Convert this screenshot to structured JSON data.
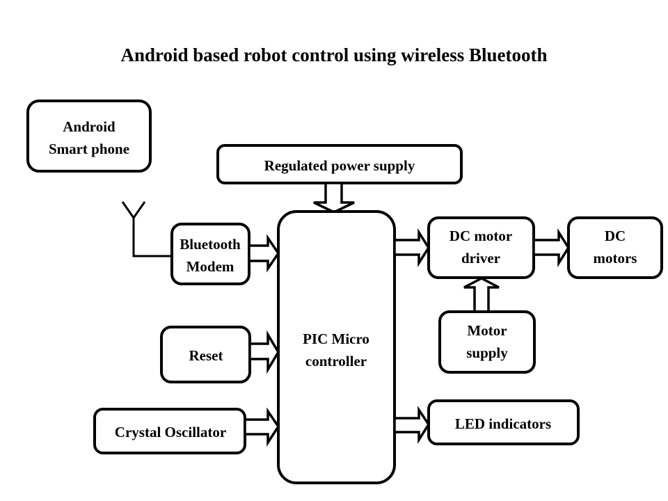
{
  "title": "Android based robot control using wireless Bluetooth",
  "colors": {
    "stroke": "#000000",
    "fill": "#ffffff",
    "text": "#000000"
  },
  "blocks": {
    "android": {
      "line1": "Android",
      "line2": "Smart phone"
    },
    "power": {
      "line1": "Regulated power supply"
    },
    "bluetooth": {
      "line1": "Bluetooth",
      "line2": "Modem"
    },
    "pic": {
      "line1": "PIC Micro",
      "line2": "controller"
    },
    "reset": {
      "line1": "Reset"
    },
    "crystal": {
      "line1": "Crystal Oscillator"
    },
    "motor_driver": {
      "line1": "DC motor",
      "line2": "driver"
    },
    "dc_motors": {
      "line1": "DC",
      "line2": "motors"
    },
    "motor_supply": {
      "line1": "Motor",
      "line2": "supply"
    },
    "led": {
      "line1": "LED indicators"
    }
  },
  "connections": [
    {
      "from": "Regulated power supply",
      "to": "PIC Micro controller"
    },
    {
      "from": "Bluetooth Modem",
      "to": "PIC Micro controller"
    },
    {
      "from": "Reset",
      "to": "PIC Micro controller"
    },
    {
      "from": "Crystal Oscillator",
      "to": "PIC Micro controller"
    },
    {
      "from": "PIC Micro controller",
      "to": "DC motor driver"
    },
    {
      "from": "DC motor driver",
      "to": "DC motors"
    },
    {
      "from": "Motor supply",
      "to": "DC motor driver"
    },
    {
      "from": "PIC Micro controller",
      "to": "LED indicators"
    },
    {
      "from": "Antenna",
      "to": "Bluetooth Modem"
    }
  ]
}
